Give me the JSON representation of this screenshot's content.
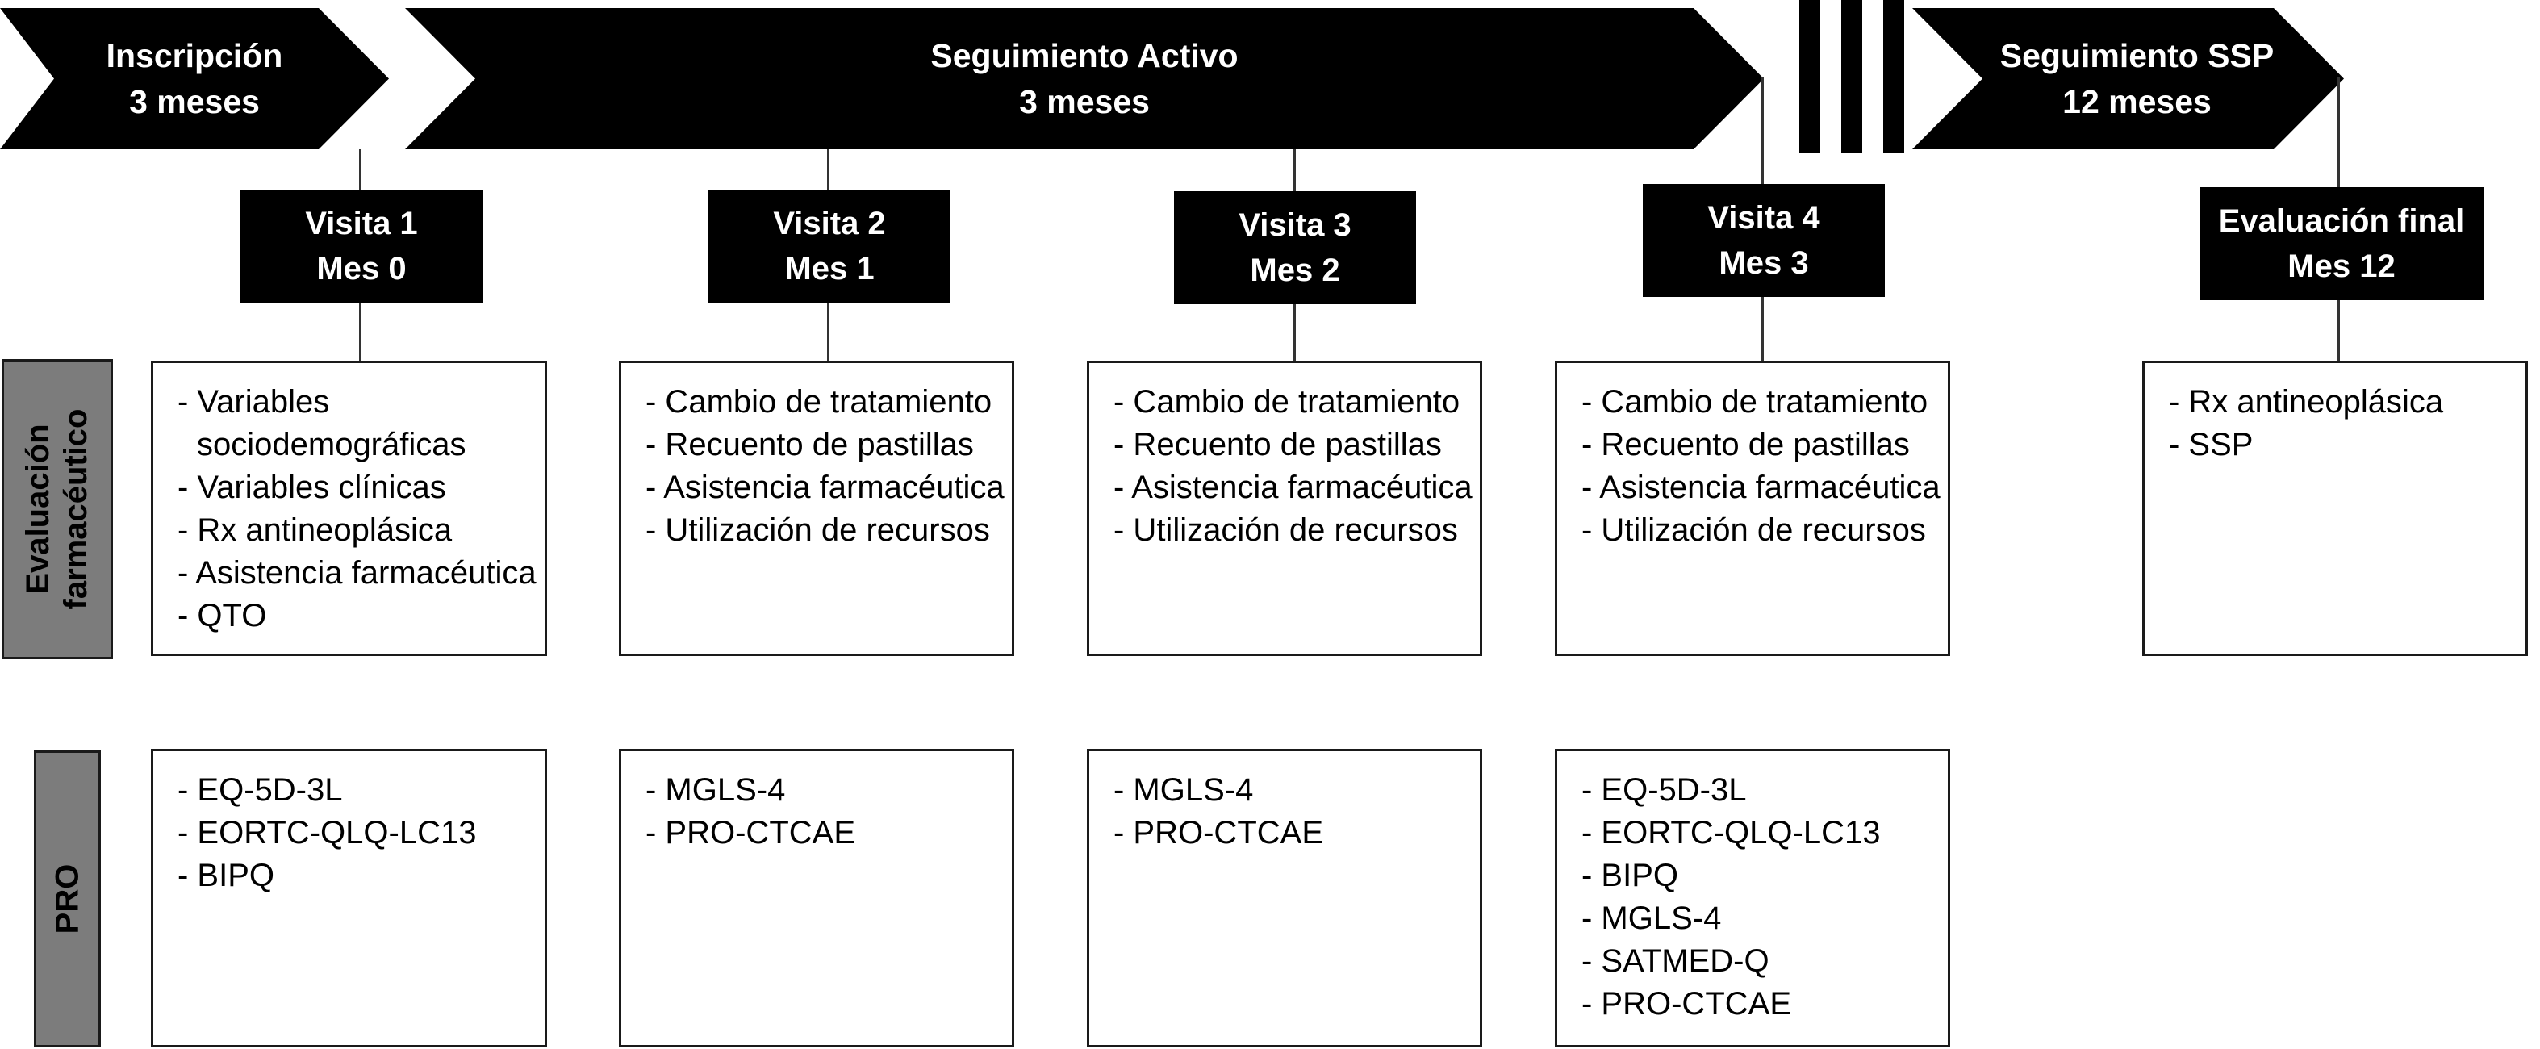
{
  "diagram": {
    "colors": {
      "ink": "#000000",
      "gray": "#7c7c7c",
      "line": "#1a1a1a",
      "conn": "#333333",
      "bg": "#ffffff"
    },
    "timeline": {
      "phases": [
        {
          "line1": "Inscripción",
          "line2": "3 meses"
        },
        {
          "line1": "Seguimiento Activo",
          "line2": "3 meses"
        },
        {
          "line1": "Seguimiento SSP",
          "line2": "12 meses"
        }
      ]
    },
    "visits": [
      {
        "line1": "Visita 1",
        "line2": "Mes 0"
      },
      {
        "line1": "Visita 2",
        "line2": "Mes 1"
      },
      {
        "line1": "Visita 3",
        "line2": "Mes 2"
      },
      {
        "line1": "Visita 4",
        "line2": "Mes 3"
      },
      {
        "line1": "Evaluación final",
        "line2": "Mes 12"
      }
    ],
    "rows": [
      {
        "label_line1": "Evaluación",
        "label_line2": "farmacéutico",
        "boxes": [
          {
            "items": [
              "- Variables sociodemográficas",
              "- Variables clínicas",
              "- Rx antineoplásica",
              "- Asistencia farmacéutica",
              "- QTO"
            ]
          },
          {
            "items": [
              "- Cambio de tratamiento",
              "- Recuento de pastillas",
              "- Asistencia farmacéutica",
              "- Utilización de recursos"
            ]
          },
          {
            "items": [
              "- Cambio de tratamiento",
              "- Recuento de pastillas",
              "- Asistencia farmacéutica",
              "- Utilización de recursos"
            ]
          },
          {
            "items": [
              "- Cambio de tratamiento",
              "- Recuento de pastillas",
              "- Asistencia farmacéutica",
              "- Utilización de recursos"
            ]
          },
          {
            "items": [
              "- Rx antineoplásica",
              "- SSP"
            ]
          }
        ]
      },
      {
        "label_line1": "PRO",
        "boxes": [
          {
            "items": [
              "- EQ-5D-3L",
              "- EORTC-QLQ-LC13",
              "- BIPQ"
            ]
          },
          {
            "items": [
              "- MGLS-4",
              "- PRO-CTCAE"
            ]
          },
          {
            "items": [
              "- MGLS-4",
              "- PRO-CTCAE"
            ]
          },
          {
            "items": [
              "- EQ-5D-3L",
              "- EORTC-QLQ-LC13",
              "- BIPQ",
              "- MGLS-4",
              "- SATMED-Q",
              "- PRO-CTCAE"
            ]
          }
        ]
      }
    ]
  }
}
